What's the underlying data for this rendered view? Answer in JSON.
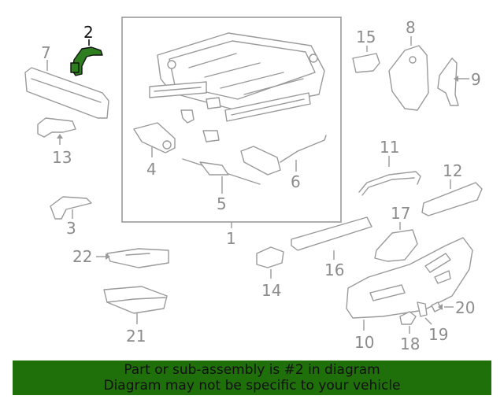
{
  "callouts": {
    "c1": "1",
    "c2": "2",
    "c3": "3",
    "c4": "4",
    "c5": "5",
    "c6": "6",
    "c7": "7",
    "c8": "8",
    "c9": "9",
    "c10": "10",
    "c11": "11",
    "c12": "12",
    "c13": "13",
    "c14": "14",
    "c15": "15",
    "c16": "16",
    "c17": "17",
    "c18": "18",
    "c19": "19",
    "c20": "20",
    "c21": "21",
    "c22": "22"
  },
  "highlighted_part": "2",
  "colors": {
    "highlight": "#2e7d1f",
    "banner": "#1f6f0a",
    "linework": "#9a9a9a"
  },
  "banner": {
    "line1": "Part or sub-assembly is #2 in diagram",
    "line2": "Diagram may not be specific to your vehicle"
  }
}
